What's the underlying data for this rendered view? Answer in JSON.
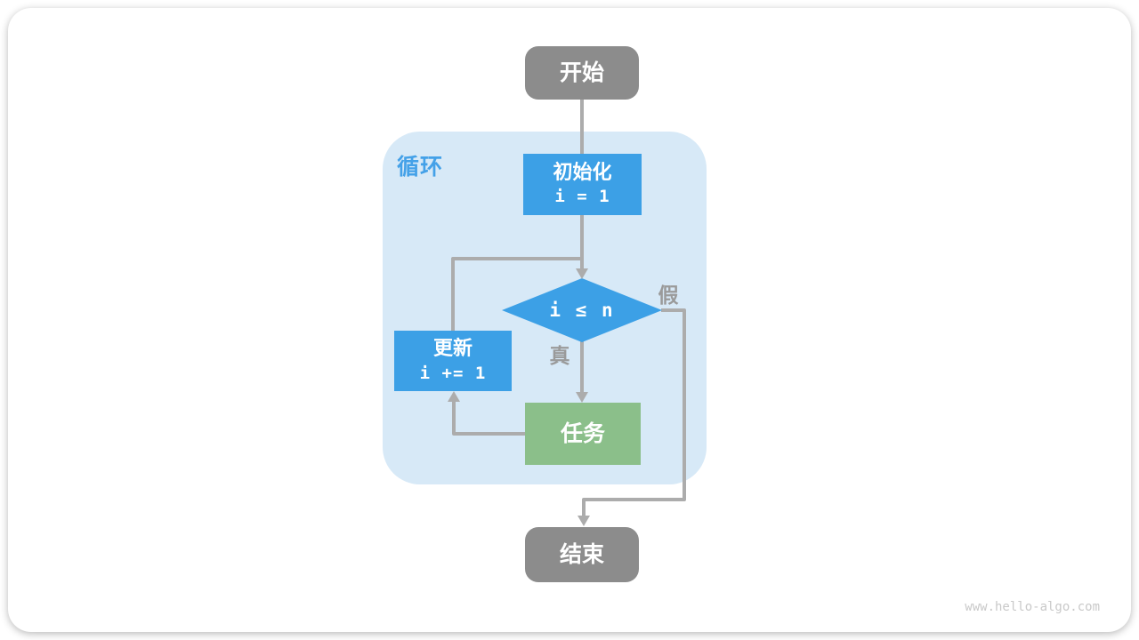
{
  "page": {
    "watermark": "www.hello-algo.com"
  },
  "flowchart": {
    "loop_region_label": "循环",
    "nodes": {
      "start": {
        "label": "开始"
      },
      "init": {
        "title": "初始化",
        "code": "i = 1"
      },
      "condition": {
        "code": "i ≤ n"
      },
      "update": {
        "title": "更新",
        "code": "i += 1"
      },
      "task": {
        "label": "任务"
      },
      "end": {
        "label": "结束"
      }
    },
    "edge_labels": {
      "true": "真",
      "false": "假"
    },
    "colors": {
      "terminal_gray": "#8C8C8C",
      "process_blue": "#3CA0E6",
      "task_green": "#8BBF8A",
      "loop_region_bg": "#D7E9F7",
      "loop_label_blue": "#44A1E8",
      "connector_gray": "#ACACAC",
      "edge_label_gray": "#9A9A9A",
      "watermark_gray": "#C9C9C9"
    }
  }
}
